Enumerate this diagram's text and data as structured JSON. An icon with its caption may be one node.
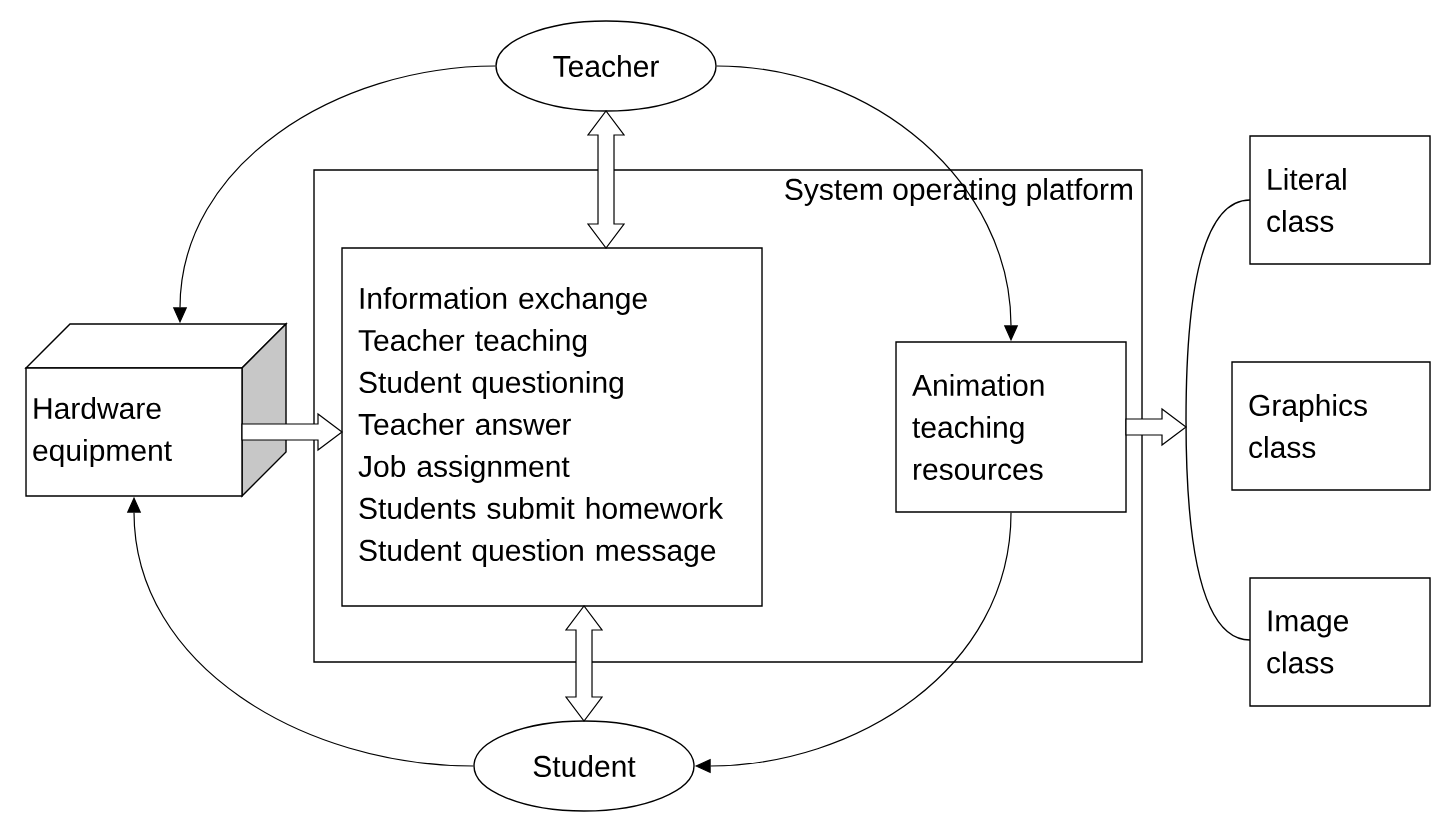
{
  "diagram": {
    "nodes": [
      {
        "text": [
          "Teacher"
        ]
      },
      {
        "text": [
          "System operating platform"
        ]
      },
      {
        "text": [
          "Information exchange",
          "Teacher teaching",
          "Student questioning",
          "Teacher answer",
          "Job assignment",
          "Students submit homework",
          "Student question message"
        ],
        "in": 1
      },
      {
        "text": [
          "Animation teaching resources"
        ],
        "in": 1
      },
      {
        "text": [
          "Hardware equipment"
        ]
      },
      {
        "text": [],
        "shape": "bracket"
      },
      {
        "text": [
          "Literal class"
        ]
      },
      {
        "text": [
          "Graphics class"
        ]
      },
      {
        "text": [
          "Image class"
        ]
      },
      {
        "text": [
          "Student"
        ]
      }
    ],
    "edges": [
      {
        "from": 0,
        "to": 4,
        "arrow": "to"
      },
      {
        "from": 0,
        "to": 3,
        "arrow": "to"
      },
      {
        "from": 0,
        "to": 2,
        "arrow": "both",
        "style": "thick"
      },
      {
        "from": 4,
        "to": 2,
        "arrow": "to",
        "style": "thick"
      },
      {
        "from": 3,
        "to": 5,
        "arrow": "to",
        "style": "thick"
      },
      {
        "from": 2,
        "to": 9,
        "arrow": "both",
        "style": "thick"
      },
      {
        "from": 9,
        "to": 4,
        "arrow": "to"
      },
      {
        "from": 3,
        "to": 9,
        "arrow": "to"
      }
    ]
  }
}
